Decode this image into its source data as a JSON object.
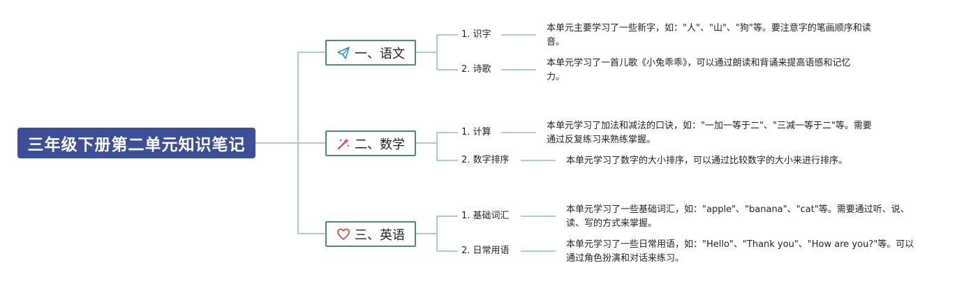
{
  "root": {
    "title": "三年级下册第二单元知识笔记"
  },
  "subjects": [
    {
      "label": "一、语文",
      "icon": "paper-plane-icon",
      "color": "#2a8fc4",
      "topics": [
        {
          "label": "1. 识字",
          "note": "本单元主要学习了一些新字，如：\"人\"、\"山\"、\"狗\"等。要注意字的笔画顺序和读\n音。"
        },
        {
          "label": "2. 诗歌",
          "note": "本单元学习了一首儿歌《小兔乖乖》，可以通过朗读和背诵来提高语感和记忆\n力。"
        }
      ]
    },
    {
      "label": "二、数学",
      "icon": "magic-wand-icon",
      "color": "#d6336c",
      "topics": [
        {
          "label": "1. 计算",
          "note": "本单元学习了加法和减法的口诀，如：\"一加一等于二\"、\"三减一等于二\"等。需要\n通过反复练习来熟练掌握。"
        },
        {
          "label": "2. 数字排序",
          "note": "本单元学习了数字的大小排序，可以通过比较数字的大小来进行排序。"
        }
      ]
    },
    {
      "label": "三、英语",
      "icon": "heart-icon",
      "color": "#d64545",
      "topics": [
        {
          "label": "1. 基础词汇",
          "note": "本单元学习了一些基础词汇，如：\"apple\"、\"banana\"、\"cat\"等。需要通过听、说、\n读、写的方式来掌握。"
        },
        {
          "label": "2. 日常用语",
          "note": "本单元学习了一些日常用语，如：\"Hello\"、\"Thank you\"、\"How are you?\"等。可以\n通过角色扮演和对话来练习。"
        }
      ]
    }
  ]
}
